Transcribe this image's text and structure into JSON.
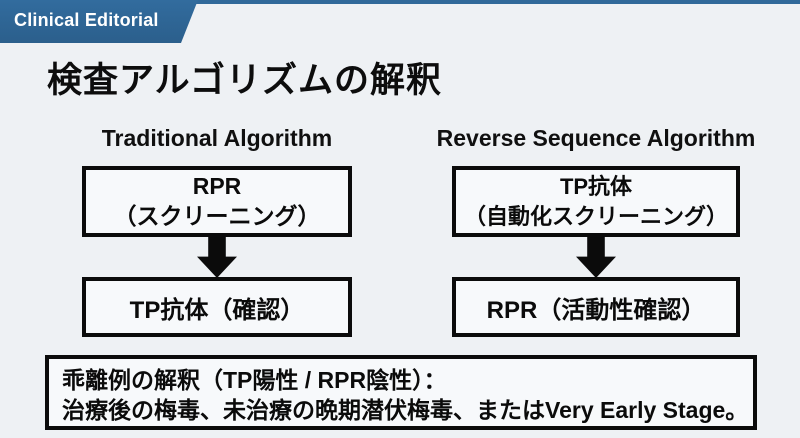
{
  "badge": {
    "label": "Clinical Editorial"
  },
  "title": "検査アルゴリズムの解釈",
  "columns": [
    {
      "header": "Traditional Algorithm",
      "box1_line1": "RPR",
      "box1_line2": "（スクリーニング）",
      "box2": "TP抗体（確認）"
    },
    {
      "header": "Reverse Sequence Algorithm",
      "box1_line1": "TP抗体",
      "box1_line2": "（自動化スクリーニング）",
      "box2": "RPR（活動性確認）"
    }
  ],
  "note": {
    "line1": "乖離例の解釈（TP陽性 / RPR陰性）：",
    "line2": "治療後の梅毒、未治療の晩期潜伏梅毒、またはVery Early Stage。"
  },
  "colors": {
    "accent_blue": "#31699a",
    "background": "#eef1f4",
    "box_border": "#0b0b0b",
    "badge_text": "#ffffff"
  }
}
